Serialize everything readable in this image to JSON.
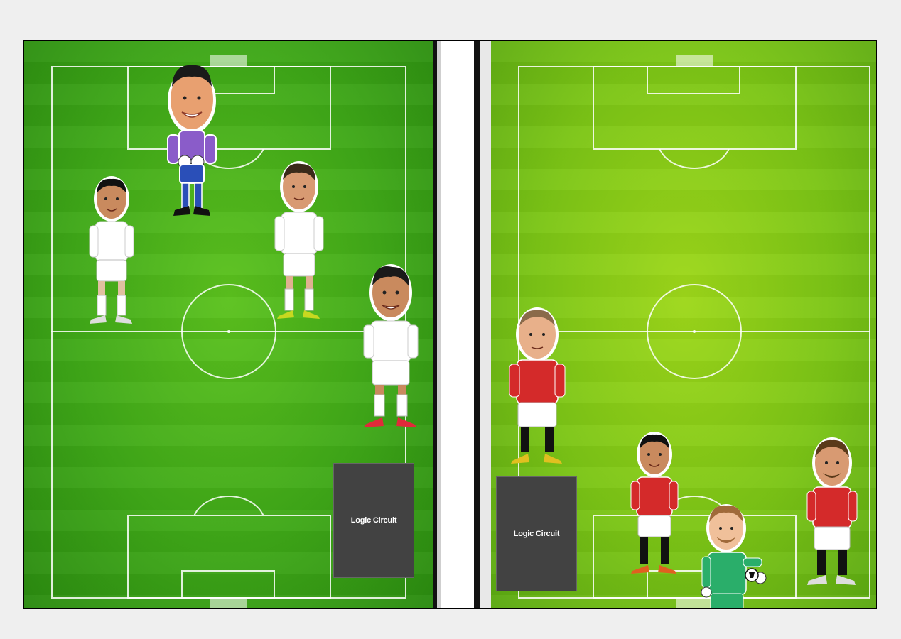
{
  "game": {
    "left_field": {
      "logic_box_label": "Logic Circuit"
    },
    "right_field": {
      "logic_box_label": "Logic Circuit"
    },
    "colors": {
      "left_grass": "#3fa818",
      "right_grass": "#7cc516",
      "home_kit": "#ffffff",
      "away_kit": "#d42a2a",
      "keeper_left_kit": "#8a5cc9",
      "keeper_right_kit": "#2aae6a",
      "logic_box": "#424242"
    },
    "players_left": [
      {
        "role": "goalkeeper",
        "kit": "purple"
      },
      {
        "role": "outfield",
        "kit": "white"
      },
      {
        "role": "outfield",
        "kit": "white"
      },
      {
        "role": "outfield",
        "kit": "white"
      }
    ],
    "players_right": [
      {
        "role": "outfield",
        "kit": "red"
      },
      {
        "role": "outfield",
        "kit": "red"
      },
      {
        "role": "outfield",
        "kit": "red"
      },
      {
        "role": "goalkeeper",
        "kit": "green"
      }
    ]
  }
}
